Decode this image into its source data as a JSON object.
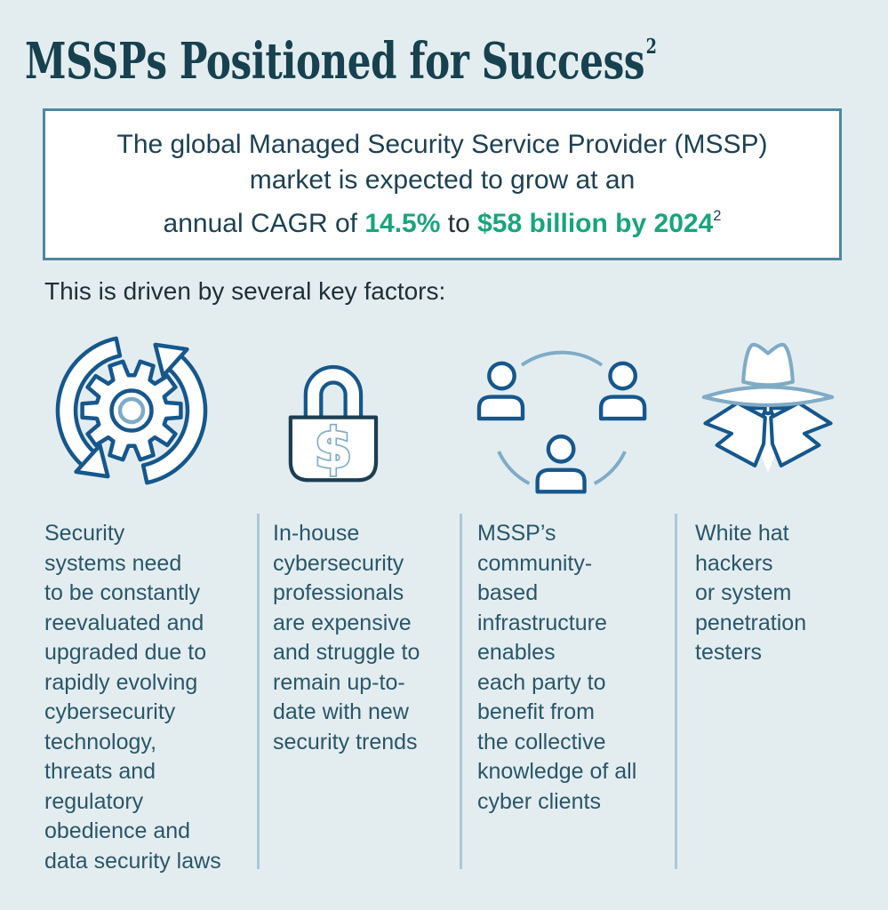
{
  "title": {
    "text": "MSSPs Positioned for Success",
    "superscript": "2",
    "color": "#17414f"
  },
  "callout": {
    "line1": "The global Managed Security Service Provider (MSSP)",
    "line2": "market is expected to grow at an",
    "line3": {
      "prefix": "annual CAGR of ",
      "stat1": "14.5%",
      "connector": " to ",
      "stat2": "$58 billion by 2024",
      "superscript": "2"
    },
    "text_color": "#1d4153",
    "accent_color": "#18a57c",
    "border_color": "#4e87a0",
    "background": "#ffffff"
  },
  "intro": {
    "text": "This is driven by several key factors:",
    "color": "#1f2e37"
  },
  "factors": {
    "divider_color": "#aac9d8",
    "text_color": "#2a5669",
    "dollar_symbol": "$",
    "items": [
      {
        "icon": "refresh-gear-icon",
        "text": "Security\nsystems need\nto be constantly\nreevaluated and\nupgraded due to\nrapidly evolving\ncybersecurity\ntechnology,\nthreats and\nregulatory\nobedience and\ndata security laws"
      },
      {
        "icon": "dollar-padlock-icon",
        "text": "In-house\ncybersecurity\nprofessionals\nare expensive\nand struggle to\nremain up-to-\ndate with new\nsecurity trends"
      },
      {
        "icon": "community-icon",
        "text": "MSSP’s\ncommunity-\nbased\ninfrastructure\nenables\neach party to\nbenefit from\nthe collective\nknowledge of all\ncyber clients"
      },
      {
        "icon": "white-hat-hacker-icon",
        "text": "White hat\nhackers\nor system\npenetration\ntesters"
      }
    ]
  },
  "colors": {
    "page_background": "#e3edf0",
    "icon_primary_blue": "#16578c",
    "icon_light_blue": "#7fabc6",
    "icon_dark_navy": "#1c3e52"
  }
}
